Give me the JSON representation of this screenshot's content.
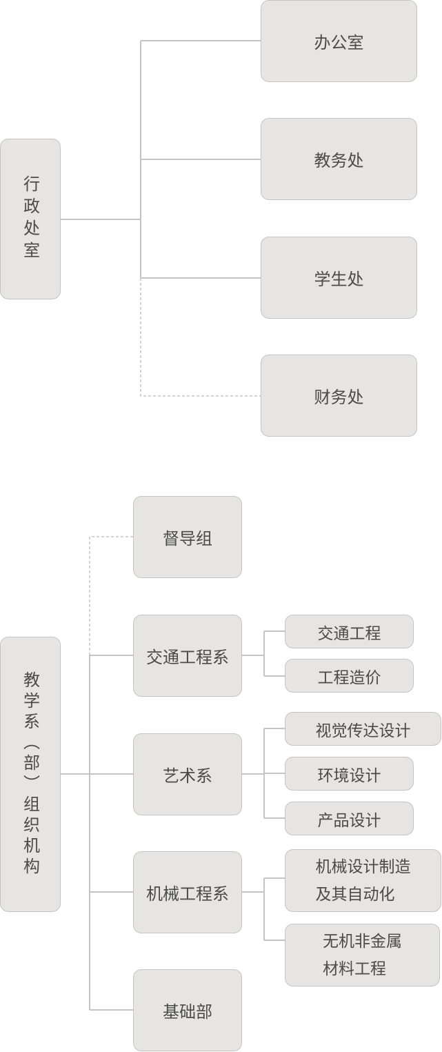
{
  "section1": {
    "root": "行政处室",
    "children": [
      "办公室",
      "教务处",
      "学生处",
      "财务处"
    ]
  },
  "section2": {
    "root": "教学系（部）组织机构",
    "supervision": "督导组",
    "departments": [
      {
        "name": "交通工程系",
        "majors": [
          "交通工程",
          "工程造价"
        ]
      },
      {
        "name": "艺术系",
        "majors": [
          "视觉传达设计",
          "环境设计",
          "产品设计"
        ]
      },
      {
        "name": "机械工程系",
        "majors": [
          "机械设计制造\n及其自动化",
          "无机非金属\n材料工程"
        ]
      },
      {
        "name": "基础部",
        "majors": []
      }
    ]
  },
  "colors": {
    "box_fill": "#e6e5e4",
    "box_border": "#c4c4c4",
    "line": "#c4c4c4",
    "text": "#4a4a4a"
  }
}
